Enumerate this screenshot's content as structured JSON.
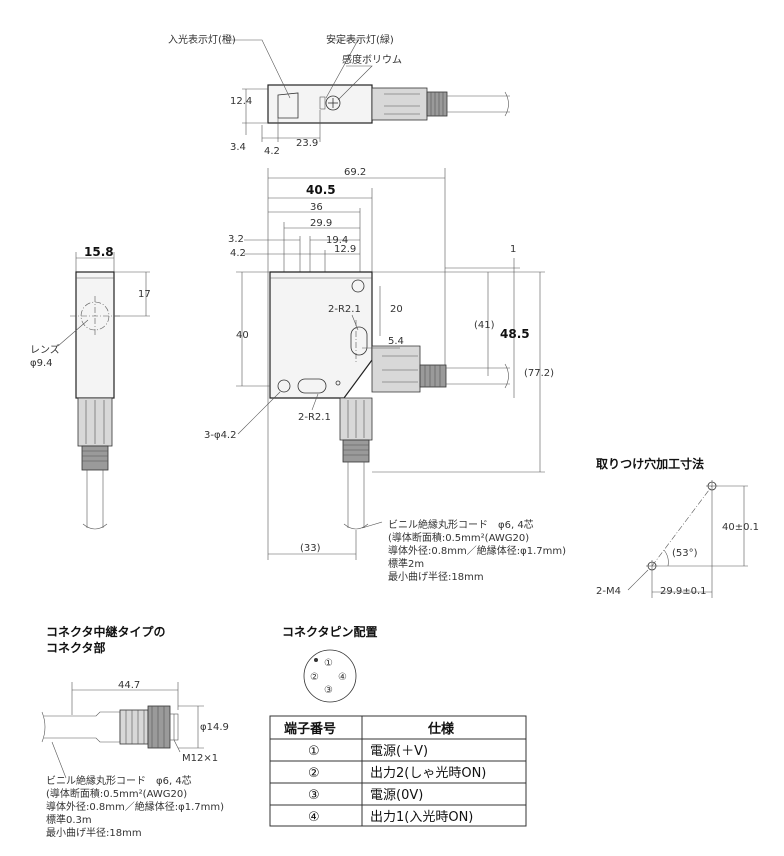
{
  "top_view": {
    "labels": {
      "input_light": "入光表示灯(橙)",
      "stable_light": "安定表示灯(緑)",
      "sensitivity": "感度ボリウム"
    },
    "dims": {
      "d12_4": "12.4",
      "d3_4": "3.4",
      "d4_2": "4.2",
      "d23_9": "23.9"
    }
  },
  "front_view": {
    "dims": {
      "d69_2": "69.2",
      "d40_5": "40.5",
      "d36": "36",
      "d29_9": "29.9",
      "d3_2": "3.2",
      "d19_4": "19.4",
      "d4_2": "4.2",
      "d12_9": "12.9",
      "d1": "1",
      "d20": "20",
      "d41": "(41)",
      "d48_5": "48.5",
      "d40": "40",
      "d5_4": "5.4",
      "d77_2": "(77.2)",
      "d33": "(33)",
      "r_top": "2-R2.1",
      "r_bottom": "2-R2.1",
      "holes": "3-φ4.2"
    },
    "cable_note": [
      "ビニル絶縁丸形コード　φ6, 4芯",
      "(導体断面積:0.5mm²(AWG20)",
      "導体外径:0.8mm／絶縁体径:φ1.7mm)",
      "標準2m",
      "最小曲げ半径:18mm"
    ]
  },
  "side_view": {
    "dims": {
      "d15_8": "15.8",
      "d17": "17"
    },
    "lens_label": "レンズ",
    "lens_dia": "φ9.4"
  },
  "mounting": {
    "title": "取りつけ穴加工寸法",
    "dims": {
      "d40": "40±0.1",
      "angle": "(53°)",
      "screw": "2-M4",
      "d29_9": "29.9±0.1"
    }
  },
  "relay_connector": {
    "title_line1": "コネクタ中継タイプの",
    "title_line2": "コネクタ部",
    "dims": {
      "d44_7": "44.7",
      "d14_9": "φ14.9",
      "thread": "M12×1"
    },
    "cable_note": [
      "ビニル絶縁丸形コード　φ6, 4芯",
      "(導体断面積:0.5mm²(AWG20)",
      "導体外径:0.8mm／絶縁体径:φ1.7mm)",
      "標準0.3m",
      "最小曲げ半径:18mm"
    ]
  },
  "pin_layout": {
    "title": "コネクタピン配置",
    "pins": [
      "①",
      "②",
      "④",
      "③"
    ]
  },
  "pin_table": {
    "headers": [
      "端子番号",
      "仕様"
    ],
    "rows": [
      {
        "num": "①",
        "spec": "電源(＋V)"
      },
      {
        "num": "②",
        "spec": "出力2(しゃ光時ON)"
      },
      {
        "num": "③",
        "spec": "電源(0V)"
      },
      {
        "num": "④",
        "spec": "出力1(入光時ON)"
      }
    ]
  }
}
